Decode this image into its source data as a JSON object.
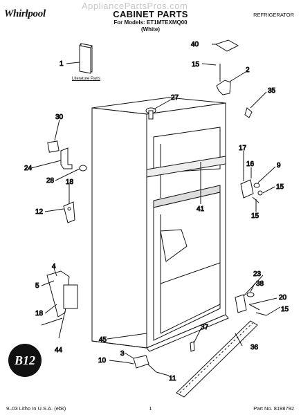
{
  "brand": "Whirlpool",
  "watermark": "AppliancePartsPros.com",
  "header": {
    "title": "CABINET PARTS",
    "models": "For Models: ET1MTEXMQ00",
    "color": "(White)",
    "category": "REFRIGERATOR"
  },
  "literature_label": "Literature Parts",
  "badge_text": "B12",
  "footer": {
    "left": "9–03 Litho In U.S.A. (ebk)",
    "page": "1",
    "part_no": "Part No. 8198792"
  },
  "callouts": [
    "1",
    "2",
    "3",
    "4",
    "5",
    "9",
    "10",
    "11",
    "12",
    "15",
    "15",
    "15",
    "15",
    "16",
    "17",
    "18",
    "18",
    "20",
    "23",
    "24",
    "27",
    "28",
    "30",
    "35",
    "36",
    "37",
    "38",
    "40",
    "41",
    "44",
    "45"
  ]
}
